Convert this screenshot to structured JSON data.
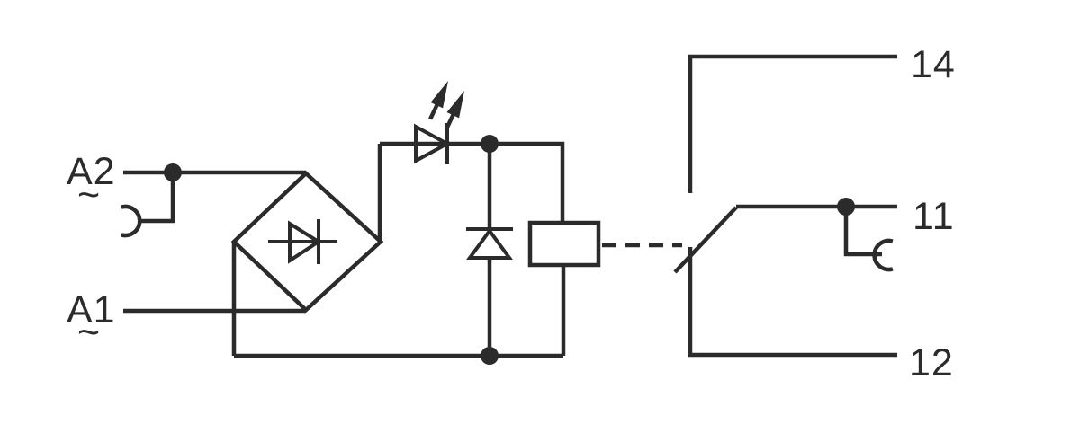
{
  "colors": {
    "line": "#2B2B2B",
    "background": "#FFFFFF"
  },
  "terminals": {
    "a2": {
      "label": "A2",
      "wave": "~"
    },
    "a1": {
      "label": "A1",
      "wave": "~"
    },
    "t14": {
      "label": "14"
    },
    "t11": {
      "label": "11"
    },
    "t12": {
      "label": "12"
    }
  },
  "icons": {
    "bridge_rectifier": "diode-bridge",
    "bridge_diode": "diode",
    "led": "led-with-emission-arrows",
    "suppressor_diode": "freewheeling-diode",
    "relay_coil": "relay-coil-box",
    "coupling": "dashed-mechanical-link",
    "contact": "changeover-contact",
    "socket_a2": "socket-contact",
    "socket_11": "socket-contact",
    "junction": "connection-dot"
  }
}
